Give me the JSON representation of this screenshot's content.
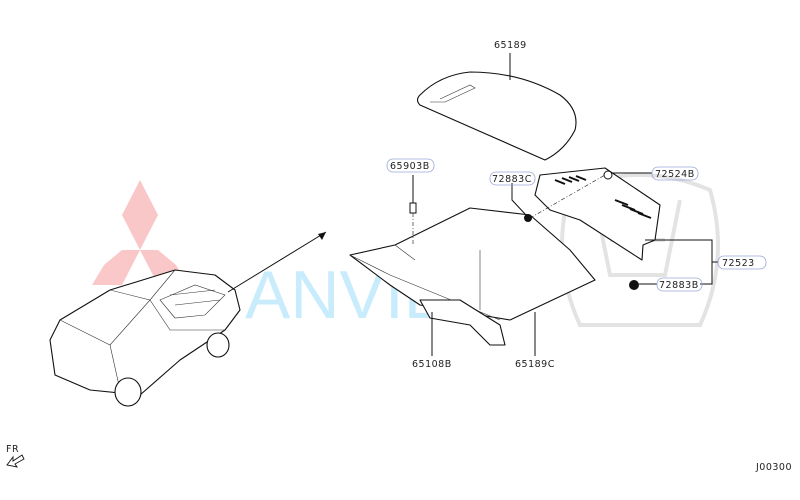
{
  "watermark": {
    "text": "ANVIET",
    "color": "#4fc3f7",
    "mitsubishi_color": "#f06060",
    "honda_color": "#cccccc"
  },
  "labels": {
    "p65189": "65189",
    "p65903b": "65903B",
    "p72883c": "72883C",
    "p72524b": "72524B",
    "p72523": "72523",
    "p72883b": "72883B",
    "p65108b": "65108B",
    "p65189c": "65189C"
  },
  "direction": "FR",
  "diagram_code": "J00300"
}
